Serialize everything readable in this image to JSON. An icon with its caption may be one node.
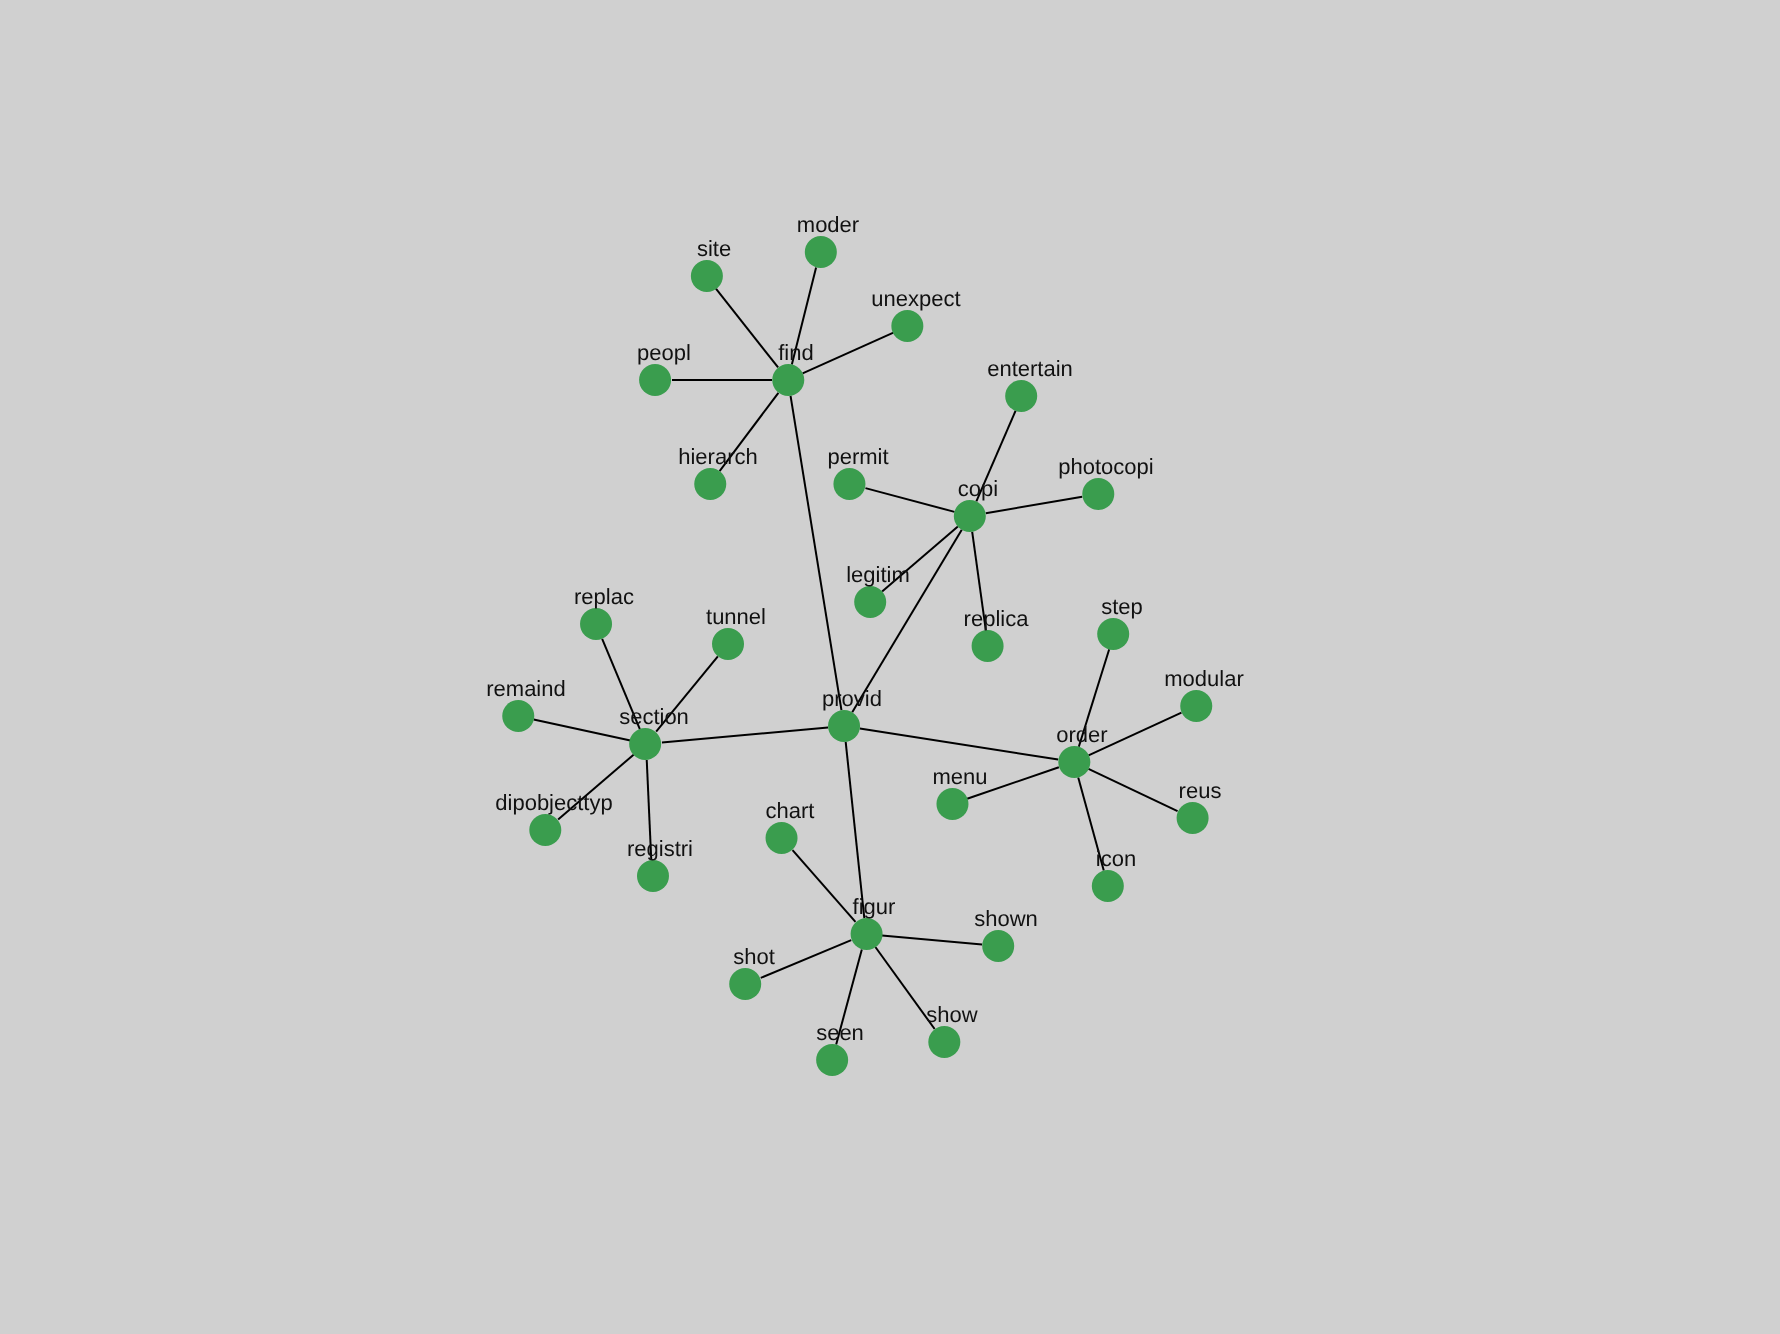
{
  "diagram": {
    "nodes": [
      {
        "text": [
          "provid"
        ]
      },
      {
        "text": [
          "find"
        ]
      },
      {
        "text": [
          "copi"
        ]
      },
      {
        "text": [
          "section"
        ]
      },
      {
        "text": [
          "order"
        ]
      },
      {
        "text": [
          "figur"
        ]
      },
      {
        "text": [
          "site"
        ]
      },
      {
        "text": [
          "moder"
        ]
      },
      {
        "text": [
          "unexpect"
        ]
      },
      {
        "text": [
          "peopl"
        ]
      },
      {
        "text": [
          "hierarch"
        ]
      },
      {
        "text": [
          "entertain"
        ]
      },
      {
        "text": [
          "permit"
        ]
      },
      {
        "text": [
          "photocopi"
        ]
      },
      {
        "text": [
          "legitim"
        ]
      },
      {
        "text": [
          "replica"
        ]
      },
      {
        "text": [
          "replac"
        ]
      },
      {
        "text": [
          "tunnel"
        ]
      },
      {
        "text": [
          "remaind"
        ]
      },
      {
        "text": [
          "dipobjecttyp"
        ]
      },
      {
        "text": [
          "registri"
        ]
      },
      {
        "text": [
          "step"
        ]
      },
      {
        "text": [
          "modular"
        ]
      },
      {
        "text": [
          "menu"
        ]
      },
      {
        "text": [
          "reus"
        ]
      },
      {
        "text": [
          "icon"
        ]
      },
      {
        "text": [
          "chart"
        ]
      },
      {
        "text": [
          "shown"
        ]
      },
      {
        "text": [
          "shot"
        ]
      },
      {
        "text": [
          "show"
        ]
      },
      {
        "text": [
          "seen"
        ]
      }
    ],
    "edges": [
      {
        "from": 0,
        "to": 1,
        "arrow": "none"
      },
      {
        "from": 0,
        "to": 2,
        "arrow": "none"
      },
      {
        "from": 0,
        "to": 3,
        "arrow": "none"
      },
      {
        "from": 0,
        "to": 4,
        "arrow": "none"
      },
      {
        "from": 0,
        "to": 5,
        "arrow": "none"
      },
      {
        "from": 1,
        "to": 6,
        "arrow": "none"
      },
      {
        "from": 1,
        "to": 7,
        "arrow": "none"
      },
      {
        "from": 1,
        "to": 8,
        "arrow": "none"
      },
      {
        "from": 1,
        "to": 9,
        "arrow": "none"
      },
      {
        "from": 1,
        "to": 10,
        "arrow": "none"
      },
      {
        "from": 2,
        "to": 11,
        "arrow": "none"
      },
      {
        "from": 2,
        "to": 12,
        "arrow": "none"
      },
      {
        "from": 2,
        "to": 13,
        "arrow": "none"
      },
      {
        "from": 2,
        "to": 14,
        "arrow": "none"
      },
      {
        "from": 2,
        "to": 15,
        "arrow": "none"
      },
      {
        "from": 3,
        "to": 16,
        "arrow": "none"
      },
      {
        "from": 3,
        "to": 17,
        "arrow": "none"
      },
      {
        "from": 3,
        "to": 18,
        "arrow": "none"
      },
      {
        "from": 3,
        "to": 19,
        "arrow": "none"
      },
      {
        "from": 3,
        "to": 20,
        "arrow": "none"
      },
      {
        "from": 4,
        "to": 21,
        "arrow": "none"
      },
      {
        "from": 4,
        "to": 22,
        "arrow": "none"
      },
      {
        "from": 4,
        "to": 23,
        "arrow": "none"
      },
      {
        "from": 4,
        "to": 24,
        "arrow": "none"
      },
      {
        "from": 4,
        "to": 25,
        "arrow": "none"
      },
      {
        "from": 5,
        "to": 26,
        "arrow": "none"
      },
      {
        "from": 5,
        "to": 27,
        "arrow": "none"
      },
      {
        "from": 5,
        "to": 28,
        "arrow": "none"
      },
      {
        "from": 5,
        "to": 29,
        "arrow": "none"
      },
      {
        "from": 5,
        "to": 30,
        "arrow": "none"
      }
    ]
  }
}
